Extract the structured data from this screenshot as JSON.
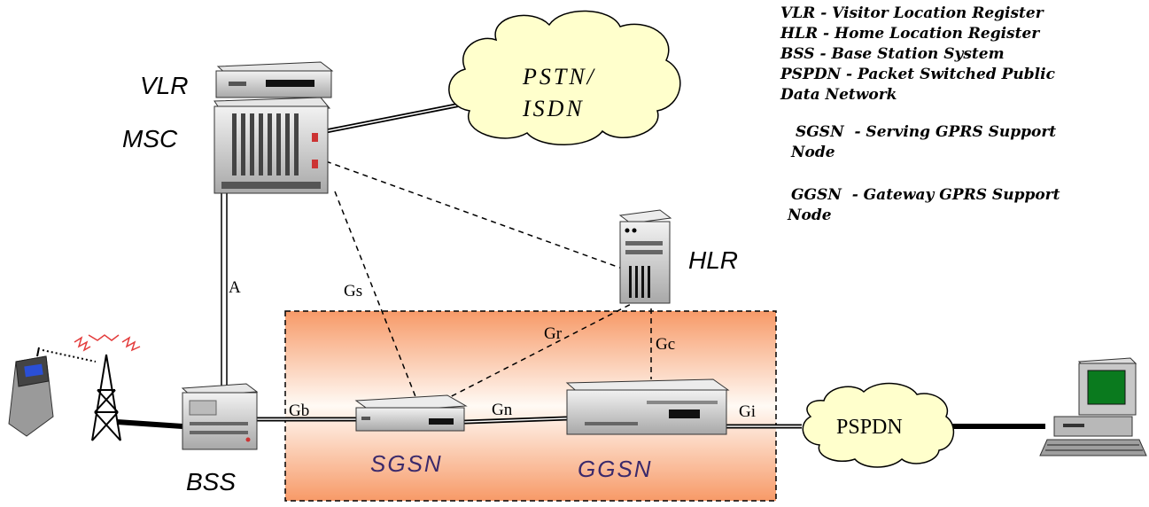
{
  "nodes": {
    "vlr": "VLR",
    "msc": "MSC",
    "hlr": "HLR",
    "bss": "BSS",
    "sgsn": "SGSN",
    "ggsn": "GGSN"
  },
  "clouds": {
    "pstn_line1": "PSTN/",
    "pstn_line2": "ISDN",
    "pspdn": "PSPDN"
  },
  "interfaces": {
    "a": "A",
    "gs": "Gs",
    "gr": "Gr",
    "gc": "Gc",
    "gb": "Gb",
    "gn": "Gn",
    "gi": "Gi"
  },
  "legend": {
    "vlr": "VLR - Visitor Location Register",
    "hlr": "HLR - Home Location Register",
    "bss": "BSS - Base Station System",
    "pspdn_line1": "PSPDN - Packet Switched Public",
    "pspdn_line2": "Data Network",
    "sgsn_line1": "SGSN  - Serving GPRS Support",
    "sgsn_line2": "Node",
    "ggsn_line1": "GGSN  - Gateway GPRS Support",
    "ggsn_line2": "Node"
  },
  "colors": {
    "gprs_core_fill_edge": "#f79a68",
    "gprs_core_fill_center": "#fffaf5",
    "cloud_fill": "#ffffcc",
    "terminal_screen": "#0a7a1e",
    "handset_screen": "#2a4fd6",
    "radio_waves": "#e33b3b",
    "node_purple": "#3b2a6b"
  }
}
